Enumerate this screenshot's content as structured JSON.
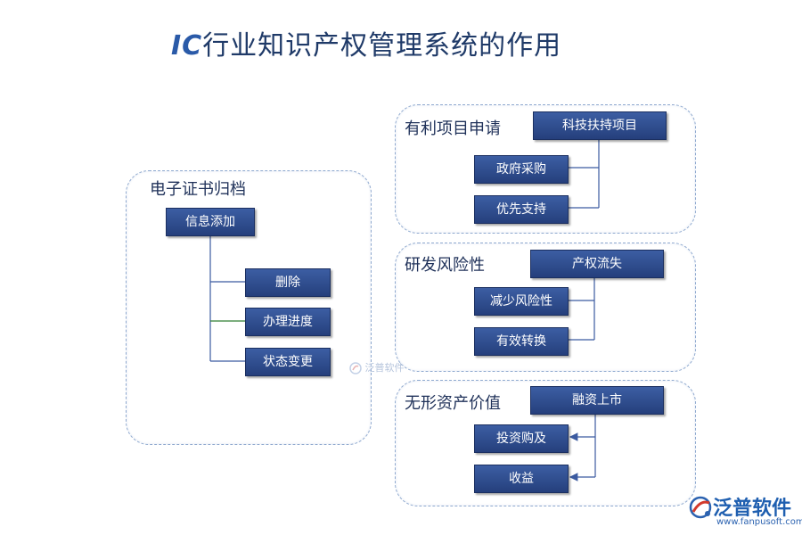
{
  "title": {
    "prefix": "IC",
    "rest": "行业知识产权管理系统的作用"
  },
  "colors": {
    "box_fill": "#2f4f8f",
    "panel_border": "#8fa9cf",
    "connector": "#3b5aa0",
    "connector_green": "#2e7d32"
  },
  "left_panel": {
    "title": "电子证书归档",
    "root": "信息添加",
    "items": [
      "删除",
      "办理进度",
      "状态变更"
    ]
  },
  "right_panels": [
    {
      "title": "有利项目申请",
      "head": "科技扶持项目",
      "items": [
        "政府采购",
        "优先支持"
      ]
    },
    {
      "title": "研发风险性",
      "head": "产权流失",
      "items": [
        "减少风险性",
        "有效转换"
      ]
    },
    {
      "title": "无形资产价值",
      "head": "融资上市",
      "items": [
        "投资购及",
        "收益"
      ]
    }
  ],
  "watermark": "泛普软件",
  "logo": {
    "brand": "泛普软件",
    "url": "www.fanpusoft.com",
    "icon": "fanpu-logo-icon"
  }
}
